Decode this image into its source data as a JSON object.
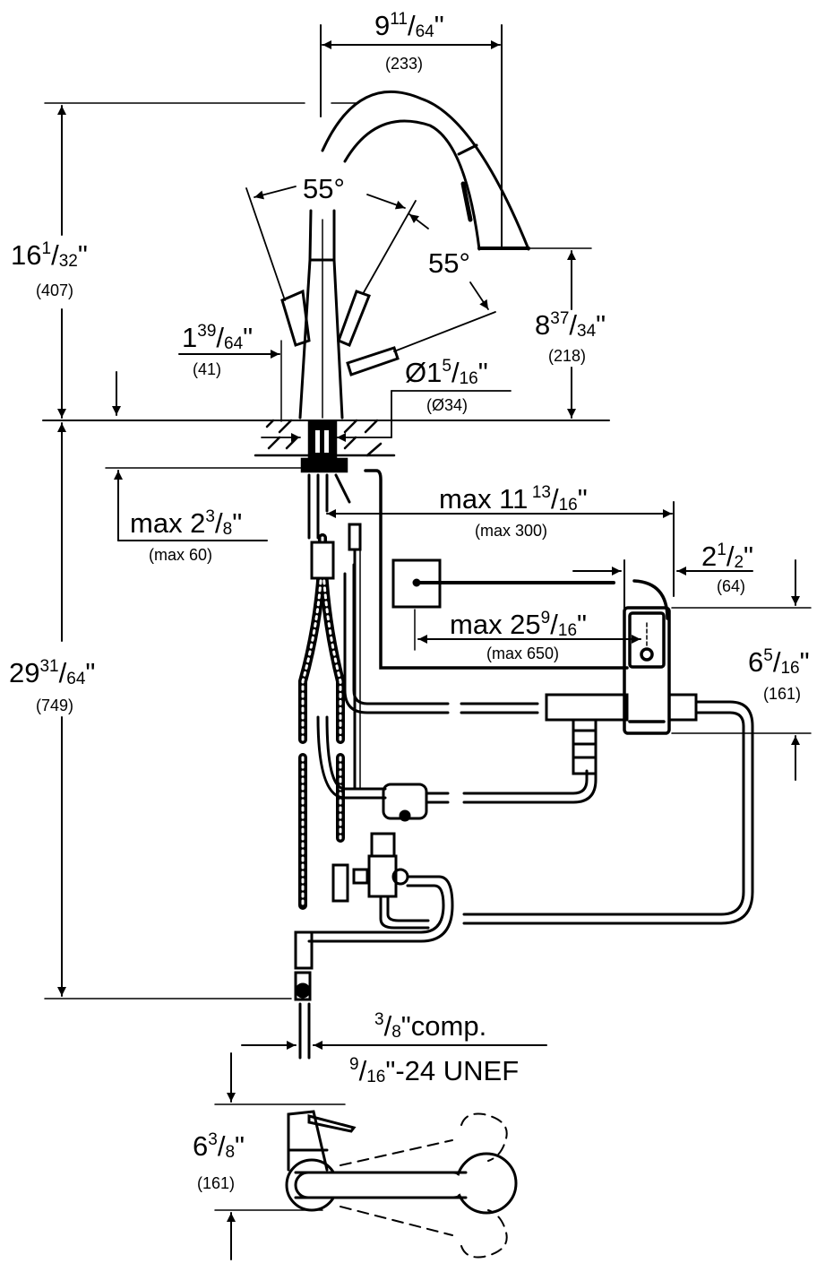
{
  "drawing": {
    "title": "Kitchen faucet dimension drawing",
    "colors": {
      "line": "#000000",
      "background": "#ffffff"
    }
  },
  "dimensions": {
    "spout_reach": {
      "whole": "9",
      "num": "11",
      "den": "64",
      "unit": "\"",
      "metric": "(233)"
    },
    "total_height": {
      "whole": "16",
      "num": "1",
      "den": "32",
      "unit": "\"",
      "metric": "(407)"
    },
    "lever_angle_top": {
      "text": "55°"
    },
    "spout_angle": {
      "text": "55°"
    },
    "spout_height": {
      "whole": "8",
      "num": "37",
      "den": "34",
      "unit": "\"",
      "metric": "(218)"
    },
    "lever_offset": {
      "whole": "1",
      "num": "39",
      "den": "64",
      "unit": "\"",
      "metric": "(41)"
    },
    "body_diameter": {
      "whole": "Ø1",
      "num": "5",
      "den": "16",
      "unit": "\"",
      "metric": "(Ø34)"
    },
    "deck_thickness": {
      "whole": "max 2",
      "num": "3",
      "den": "8",
      "unit": "\"",
      "metric": "(max 60)"
    },
    "box_distance": {
      "whole": "max 11",
      "num": "13",
      "den": "16",
      "unit": "\"",
      "metric": "(max 300)"
    },
    "box_depth": {
      "whole": "2",
      "num": "1",
      "den": "2",
      "unit": "\"",
      "metric": "(64)"
    },
    "sensor_cable": {
      "whole": "max 25",
      "num": "9",
      "den": "16",
      "unit": "\"",
      "metric": "(max 650)"
    },
    "box_height": {
      "whole": "6",
      "num": "5",
      "den": "16",
      "unit": "\"",
      "metric": "(161)"
    },
    "under_deck_length": {
      "whole": "29",
      "num": "31",
      "den": "64",
      "unit": "\"",
      "metric": "(749)"
    },
    "connection_top": {
      "num": "3",
      "den": "8",
      "rest": "\"comp."
    },
    "connection_bottom": {
      "num": "9",
      "den": "16",
      "rest": "\"-24 UNEF"
    },
    "plan_width": {
      "whole": "6",
      "num": "3",
      "den": "8",
      "unit": "\"",
      "metric": "(161)"
    }
  }
}
